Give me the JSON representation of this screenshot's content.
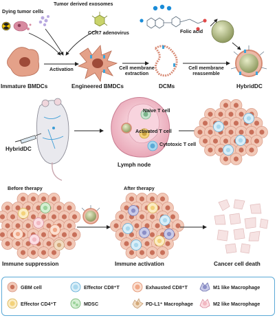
{
  "panel1": {
    "dying_tumor_cells": "Dying tumor cells",
    "tumor_derived_exosomes": "Tumor derived exosomes",
    "ccr7_adenovirus": "CCR7 adenovirus",
    "activation": "Activation",
    "cell_membrane_extraction": "Cell membrane\nextraction",
    "folic_acid": "Folic acid",
    "cell_membrane_reassemble": "Cell membrane\nreassemble",
    "immature_bmdcs": "Immature BMDCs",
    "engineered_bmdcs": "Engineered BMDCs",
    "dcms": "DCMs",
    "hybriddc": "HybridDC"
  },
  "panel2": {
    "hybriddc": "HybridDC",
    "naive_t_cell": "Naive T cell",
    "activated_t_cell": "Activated T cell",
    "cytotoxic_t_cell": "Cytotoxic T cell",
    "lymph_node": "Lymph node"
  },
  "panel3": {
    "before_therapy": "Before therapy",
    "after_therapy": "After therapy",
    "immune_suppression": "Immune suppression",
    "immune_activation": "Immune activation",
    "cancer_cell_death": "Cancer cell death"
  },
  "legend": {
    "items": [
      {
        "label": "GBM cell",
        "icon": "gbm-cell",
        "color": "#f2c9b8"
      },
      {
        "label": "Effector CD8⁺T",
        "icon": "effector-cd8-t",
        "color": "#a9d8ee"
      },
      {
        "label": "Exhausted CD8⁺T",
        "icon": "exhausted-cd8-t",
        "color": "#f0a888"
      },
      {
        "label": "M1 like Macrophage",
        "icon": "m1-macrophage",
        "color": "#8b8fc7"
      },
      {
        "label": "Effector CD4⁺T",
        "icon": "effector-cd4-t",
        "color": "#f3d27a"
      },
      {
        "label": "MDSC",
        "icon": "mdsc",
        "color": "#9bd39a"
      },
      {
        "label": "PD-L1⁺ Macrophage",
        "icon": "pdl1-macrophage",
        "color": "#f2dcc2"
      },
      {
        "label": "M2 like Macrophage",
        "icon": "m2-macrophage",
        "color": "#f2b8c2"
      }
    ]
  }
}
